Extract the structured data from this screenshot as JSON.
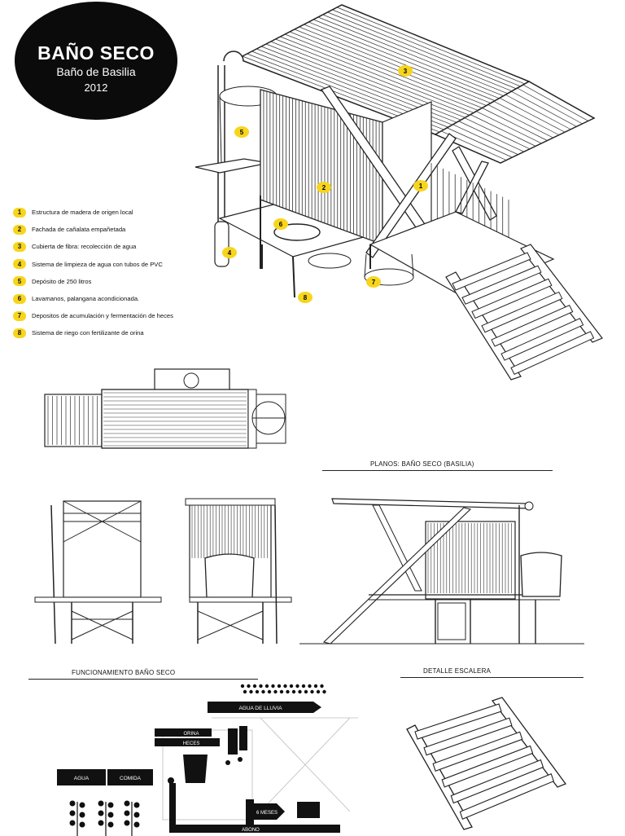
{
  "title": {
    "main": "BAÑO SECO",
    "subtitle": "Baño de Basilia",
    "year": "2012"
  },
  "legend": [
    {
      "num": "1",
      "text": "Estructura de madera de origen local"
    },
    {
      "num": "2",
      "text": "Fachada de cañalata empañetada"
    },
    {
      "num": "3",
      "text": "Cubierta de fibra: recolección de agua"
    },
    {
      "num": "4",
      "text": "Sistema de limpieza de agua con tubos de PVC"
    },
    {
      "num": "5",
      "text": "Depósito de 250 litros"
    },
    {
      "num": "6",
      "text": "Lavamanos, palangana acondicionada."
    },
    {
      "num": "7",
      "text": "Depositos de acumulación y fermentación de heces"
    },
    {
      "num": "8",
      "text": "Sistema de riego con fertilizante de orina"
    }
  ],
  "sections": {
    "planos": "PLANOS: BAÑO SECO (BASILIA)",
    "funcionamiento": "FUNCIONAMIENTO BAÑO SECO",
    "escalera": "DETALLE ESCALERA"
  },
  "flow_labels": {
    "agua_lluvia": "AGUA DE LLUVIA",
    "orina": "ORINA",
    "heces": "HECES",
    "agua": "AGUA",
    "comida": "COMIDA",
    "meses": "6 MESES",
    "abono": "ABONO"
  },
  "colors": {
    "marker": "#f7d51d",
    "ink": "#111111"
  }
}
